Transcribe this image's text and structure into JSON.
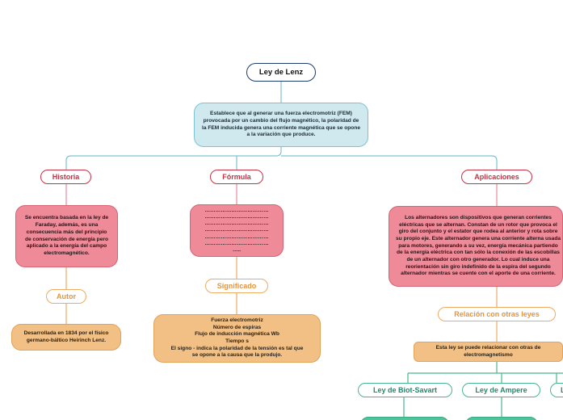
{
  "title": "Ley de Lenz",
  "definition": "Establece que al generar una fuerza electromotriz (FEM) provocada por un cambio del flujo magnético, la polaridad de la FEM inducida genera una corriente magnética que se opone a la variación que produce.",
  "branches": {
    "historia": {
      "label": "Historia",
      "text": "Se encuentra basada en la ley de Faraday, además, es una consecuencia más del principio de conservación de energía pero aplicado a la energía del campo electromagnético.",
      "autor_label": "Autor",
      "autor_text": "Desarrollada en 1834 por el físico germano-báltico Heirinch Lenz."
    },
    "formula": {
      "label": "Fórmula",
      "text": "………………………………\n………………………………\n………………………………\n………………………………\n………………………………\n………………………………\n…..",
      "significado_label": "Significado",
      "significado_lines": [
        "Fuerza electromotriz",
        "Número de espiras",
        "Flujo de inducción magnética Wb",
        "Tiempo s",
        "El signo - indica la polaridad de la tensión es tal que se opone a la causa que la produjo."
      ]
    },
    "aplicaciones": {
      "label": "Aplicaciones",
      "text": "Los alternadores son dispositivos que generan corrientes eléctricas que se alternan. Constan de un rotor que provoca el giro del conjunto y el estator que rodea al anterior y rota sobre su propio eje. Este alternador genera una corriente alterna usada para motores, generando a su vez, energía mecánica partiendo de la energía eléctrica con tan sólo la conexión de las escobillas de un alternador con otro generador. Lo cual induce una reorientación sin giro indefinido de la espira del segundo alternador mientras se cuente con el aporte de una corriente.",
      "relacion_label": "Relación con otras leyes",
      "relacion_text": "Esta ley se puede relacionar con otras de electromagnetismo",
      "leyes": [
        "Ley de Biot-Savart",
        "Ley de Ampere",
        "L"
      ]
    }
  }
}
